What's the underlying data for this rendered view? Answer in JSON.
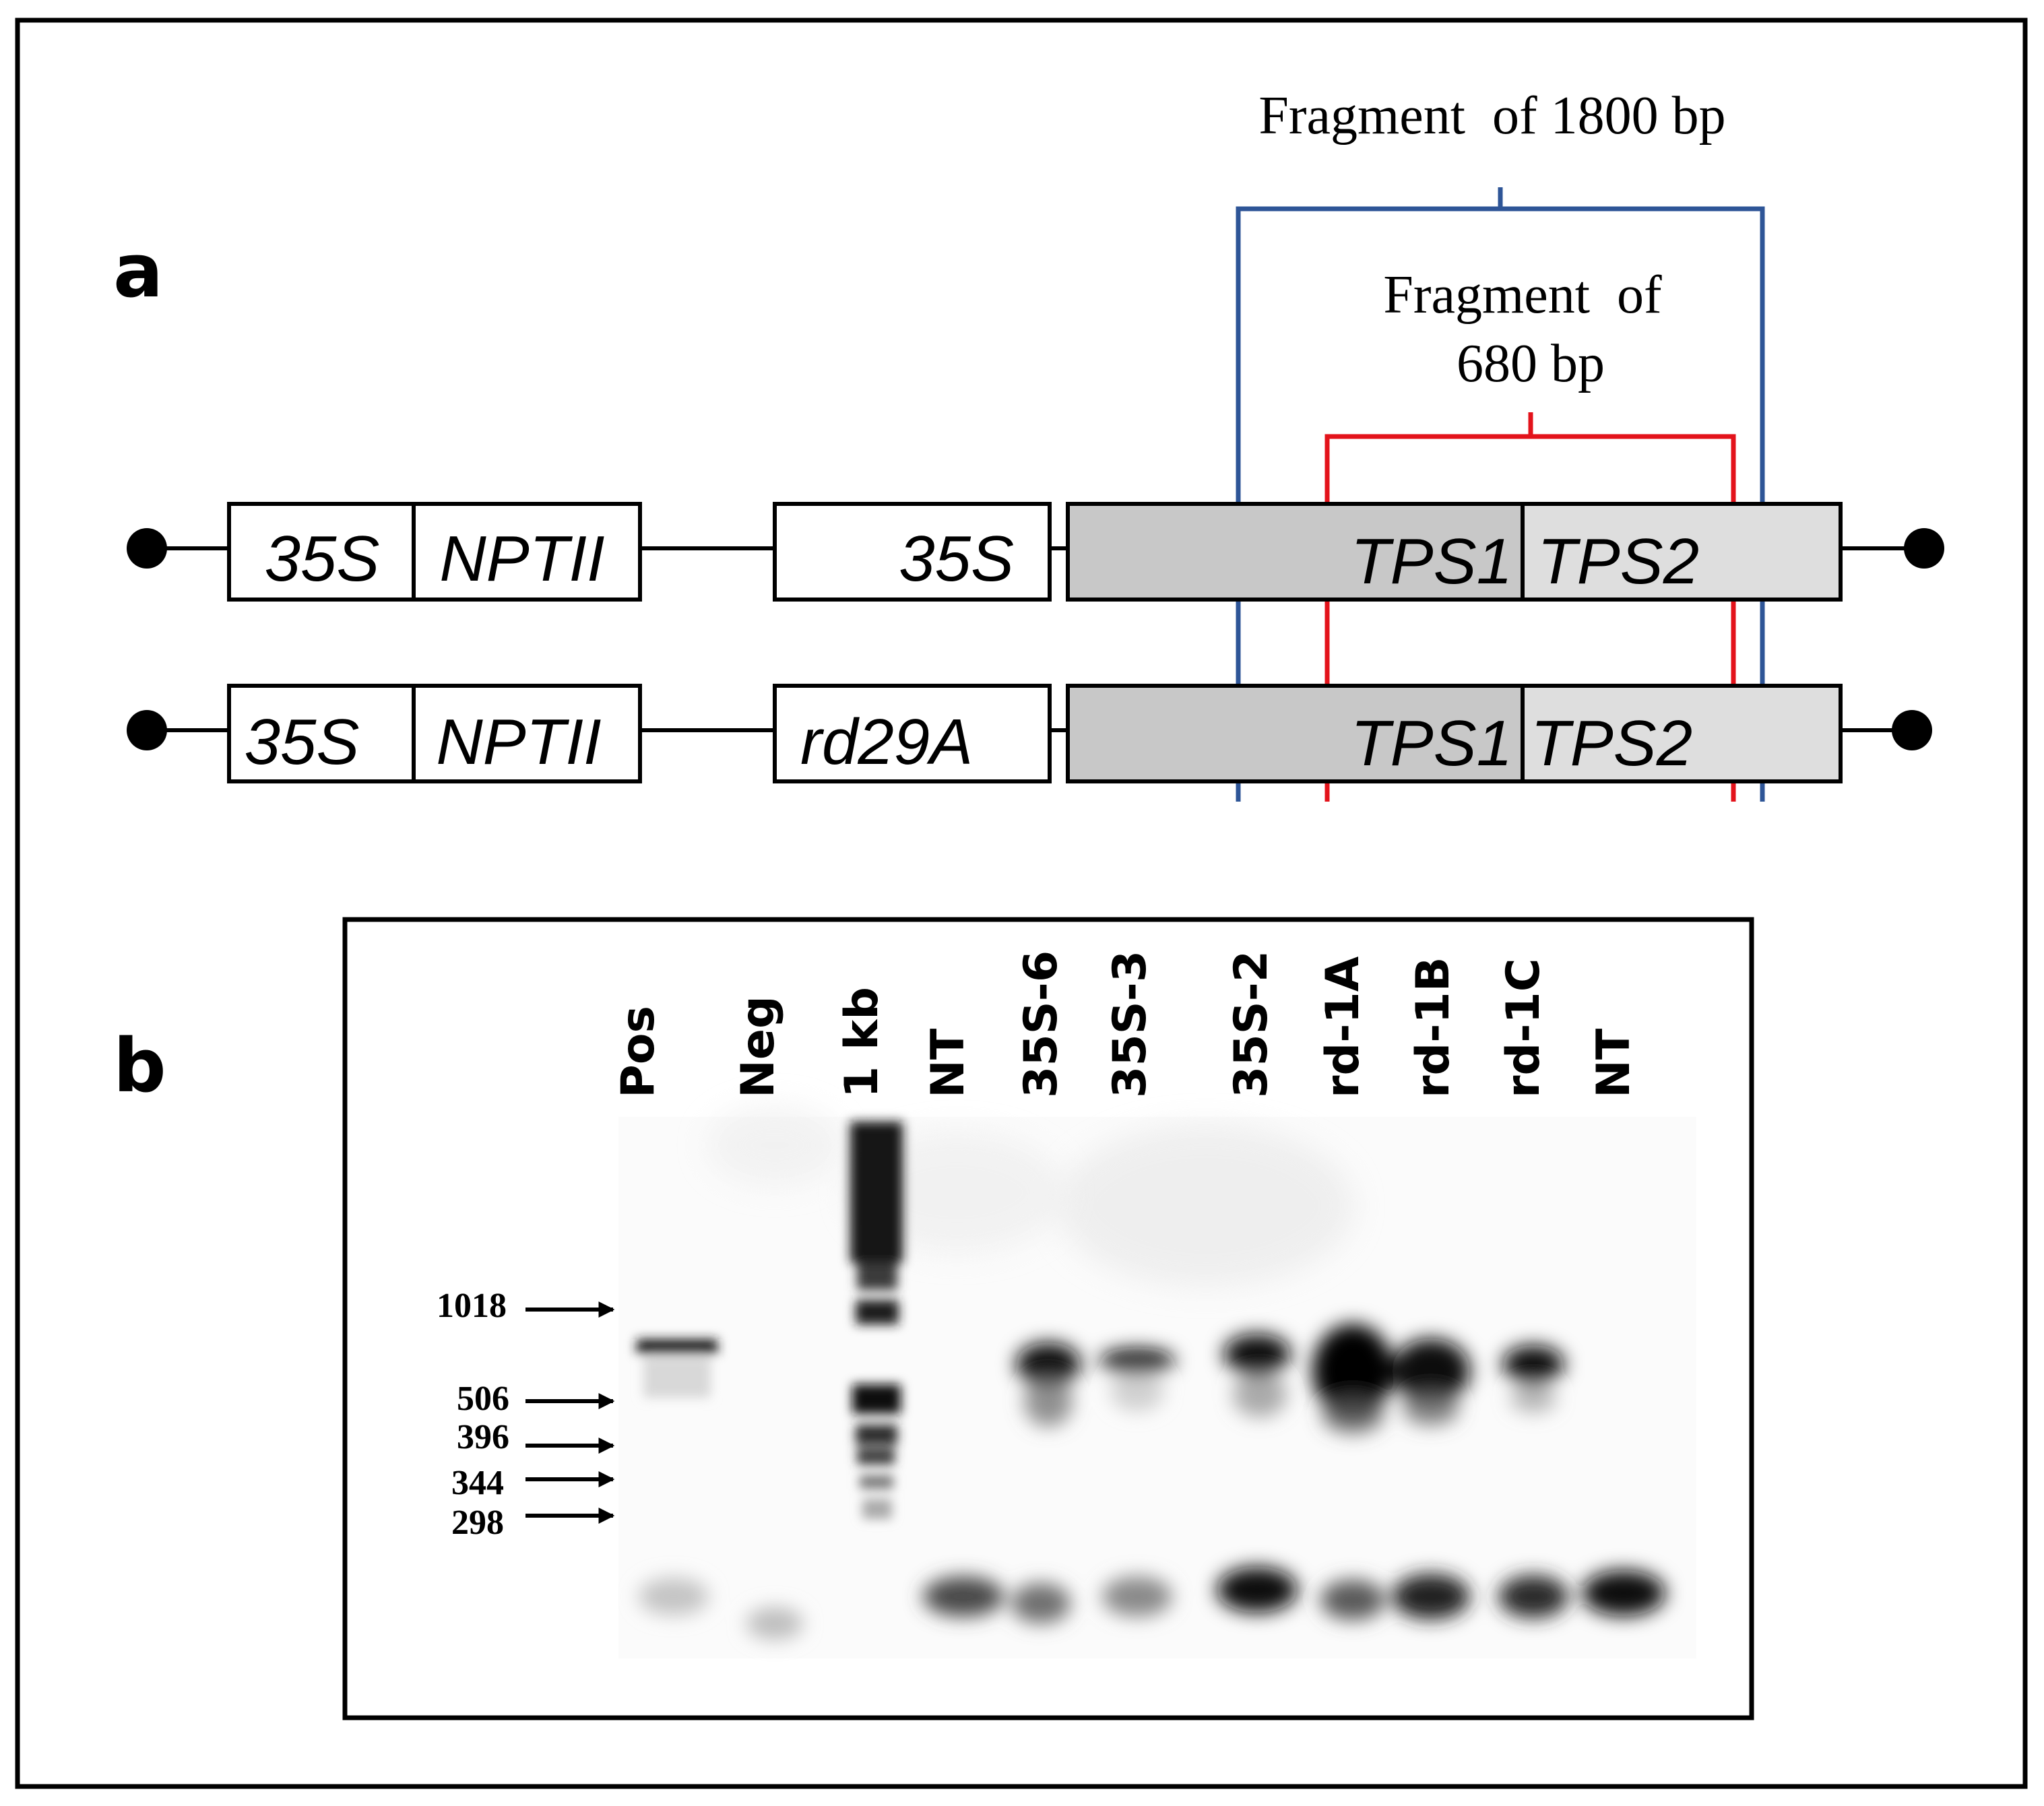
{
  "panel_a": {
    "label": "a",
    "bracket_outer_label": "Fragment  of 1800 bp",
    "bracket_inner_label_line1": "Fragment  of",
    "bracket_inner_label_line2": "680 bp",
    "construct_1": {
      "promoter_selectable": "35S",
      "selectable_gene": "NPTII",
      "promoter": "35S",
      "gene_1": "TPS1",
      "gene_2": "TPS2"
    },
    "construct_2": {
      "promoter_selectable": "35S",
      "selectable_gene": "NPTII",
      "promoter": "rd29A",
      "gene_1": "TPS1",
      "gene_2": "TPS2"
    },
    "colors": {
      "outer_bracket": "#2e5597",
      "inner_bracket": "#e3131b",
      "gene_dark": "#c8c8c8",
      "gene_light": "#dedede"
    }
  },
  "panel_b": {
    "label": "b",
    "lanes": [
      {
        "label": "Pos"
      },
      {
        "label": "Neg"
      },
      {
        "label": "1 kb"
      },
      {
        "label": "NT"
      },
      {
        "label": "35S-6"
      },
      {
        "label": "35S-3"
      },
      {
        "label": "35S-2"
      },
      {
        "label": "rd-1A"
      },
      {
        "label": "rd-1B"
      },
      {
        "label": "rd-1C"
      },
      {
        "label": "NT"
      }
    ],
    "markers": [
      {
        "label": "1018"
      },
      {
        "label": "506"
      },
      {
        "label": "396"
      },
      {
        "label": "344"
      },
      {
        "label": "298"
      }
    ]
  }
}
